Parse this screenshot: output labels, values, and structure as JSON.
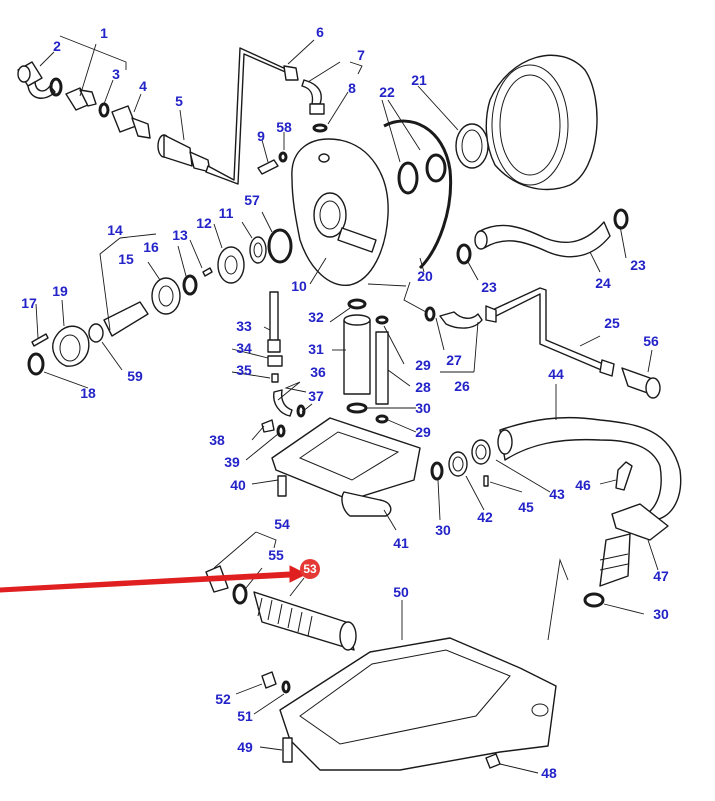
{
  "diagram": {
    "title": "Exploded parts diagram — housing, pump and pipe assembly",
    "callout_color": "#2323c8",
    "highlight": {
      "label": "53",
      "color": "#e53935",
      "arrow_color": "#e02020"
    },
    "callouts": {
      "c1": "1",
      "c2": "2",
      "c3": "3",
      "c4": "4",
      "c5": "5",
      "c6": "6",
      "c7": "7",
      "c8": "8",
      "c9": "9",
      "c10": "10",
      "c11": "11",
      "c12": "12",
      "c13": "13",
      "c14": "14",
      "c15": "15",
      "c16": "16",
      "c17": "17",
      "c18": "18",
      "c19": "19",
      "c20": "20",
      "c21": "21",
      "c22": "22",
      "c23a": "23",
      "c23b": "23",
      "c24": "24",
      "c25": "25",
      "c26": "26",
      "c27": "27",
      "c28": "28",
      "c29a": "29",
      "c29b": "29",
      "c30a": "30",
      "c30b": "30",
      "c30c": "30",
      "c31": "31",
      "c32": "32",
      "c33": "33",
      "c34": "34",
      "c35": "35",
      "c36": "36",
      "c37": "37",
      "c38": "38",
      "c39": "39",
      "c40": "40",
      "c41": "41",
      "c42": "42",
      "c43": "43",
      "c44": "44",
      "c45": "45",
      "c46": "46",
      "c47": "47",
      "c48": "48",
      "c49": "49",
      "c50": "50",
      "c51": "51",
      "c52": "52",
      "c54": "54",
      "c55": "55",
      "c56": "56",
      "c57": "57",
      "c58": "58",
      "c59": "59"
    }
  }
}
